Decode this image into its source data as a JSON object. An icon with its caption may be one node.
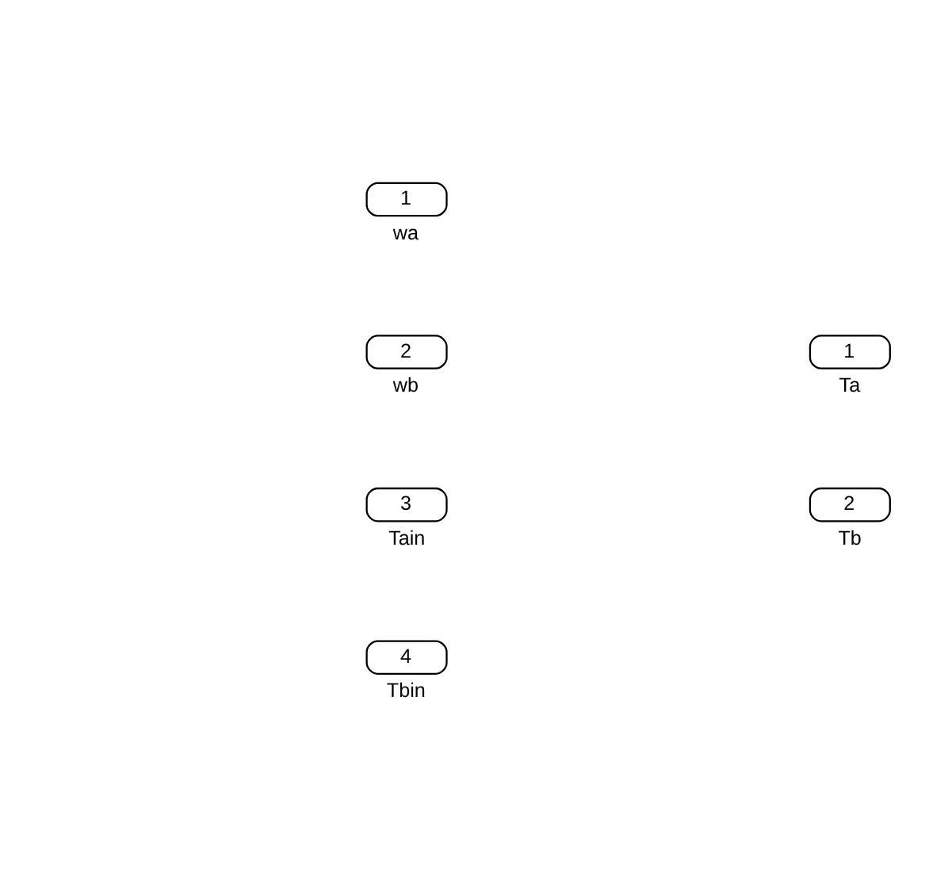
{
  "diagram": {
    "nodes": [
      {
        "text": [
          "1"
        ],
        "beside": [
          "wa"
        ]
      },
      {
        "text": [
          "2"
        ],
        "beside": [
          "wb"
        ]
      },
      {
        "text": [
          "3"
        ],
        "beside": [
          "Tain"
        ]
      },
      {
        "text": [
          "4"
        ],
        "beside": [
          "Tbin"
        ]
      },
      {
        "text": [
          "1"
        ],
        "beside": [
          "Ta"
        ]
      },
      {
        "text": [
          "2"
        ],
        "beside": [
          "Tb"
        ]
      }
    ],
    "edges": []
  }
}
